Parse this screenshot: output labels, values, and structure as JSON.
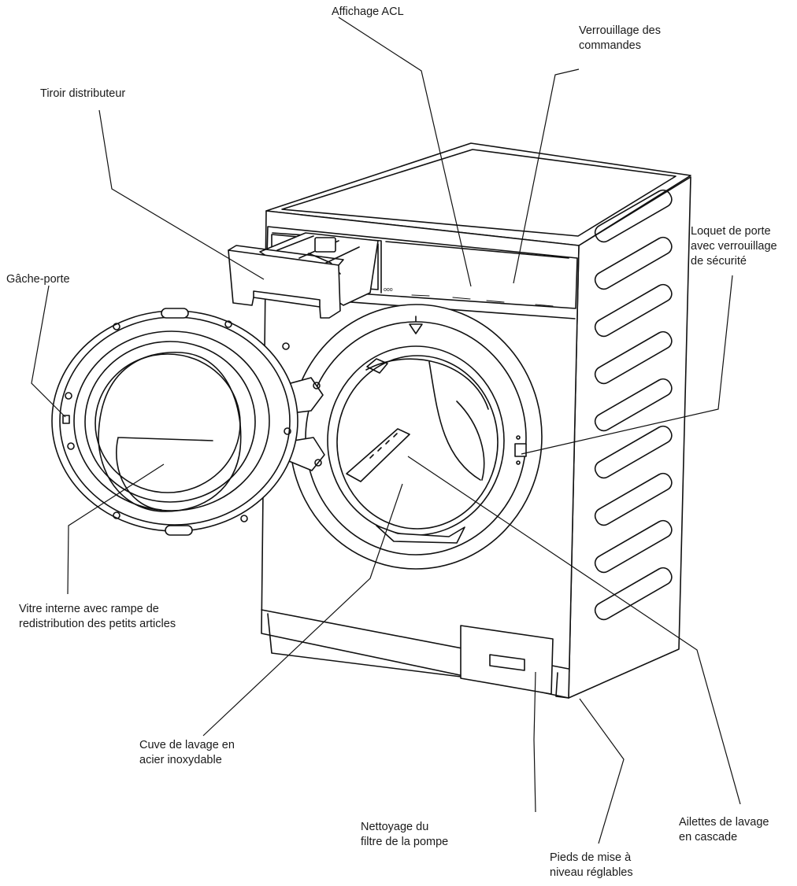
{
  "callouts": {
    "lcd_display": {
      "lines": [
        "Affichage ACL"
      ]
    },
    "control_lock": {
      "lines": [
        "Verrouillage des",
        "commandes"
      ]
    },
    "dispenser_drawer": {
      "lines": [
        "Tiroir distributeur"
      ]
    },
    "door_latch": {
      "lines": [
        "Loquet de porte",
        "avec verrouillage",
        "de sécurité"
      ]
    },
    "door_strike": {
      "lines": [
        "Gâche-porte"
      ]
    },
    "inner_glass": {
      "lines": [
        "Vitre interne avec rampe de",
        "redistribution des petits articles"
      ]
    },
    "wash_tub": {
      "lines": [
        "Cuve de lavage en",
        "acier inoxydable"
      ]
    },
    "pump_filter": {
      "lines": [
        "Nettoyage du",
        "filtre de la pompe"
      ]
    },
    "leveling_feet": {
      "lines": [
        "Pieds de mise à",
        "niveau réglables"
      ]
    },
    "lifters": {
      "lines": [
        "Ailettes de lavage",
        "en cascade"
      ]
    }
  },
  "display_marks": {
    "brand": "ooo"
  }
}
